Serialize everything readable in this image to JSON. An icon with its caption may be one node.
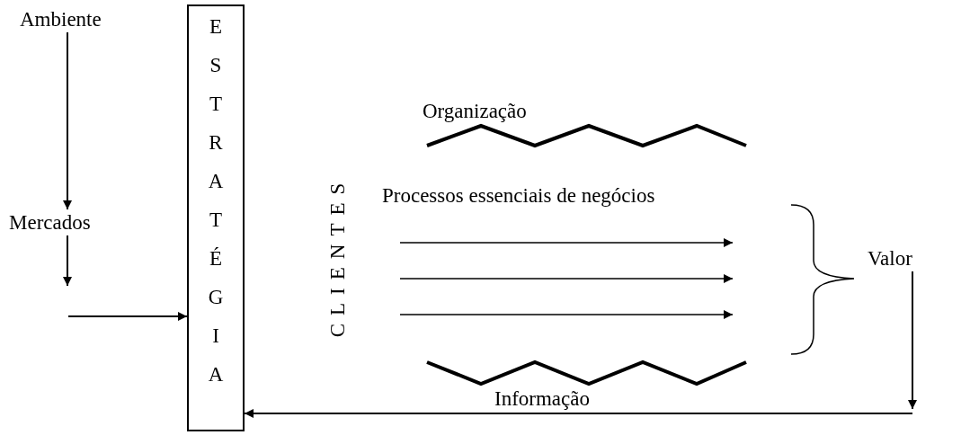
{
  "diagram": {
    "nodes": [
      {
        "text": [
          "Ambiente"
        ]
      },
      {
        "text": [
          "Mercados"
        ]
      },
      {
        "text": [
          "ESTRATÉGIA"
        ]
      },
      {
        "text": [
          "Valor"
        ]
      }
    ],
    "edges": [
      {
        "from": 0,
        "to": 1,
        "arrow": "to"
      },
      {
        "from": 1,
        "to": null,
        "arrow": "to"
      },
      {
        "from": null,
        "to": 2,
        "arrow": "to"
      },
      {
        "from": 3,
        "to": null,
        "arrow": "to"
      },
      {
        "from": null,
        "to": 2,
        "arrow": "to",
        "label": "Informação"
      }
    ],
    "labels": [
      "CLIENTES",
      "Organização",
      "Processos essenciais de negócios"
    ]
  }
}
